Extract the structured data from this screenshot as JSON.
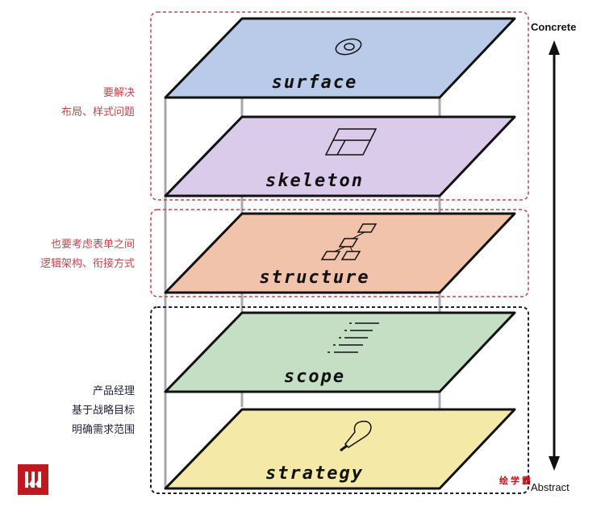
{
  "planes": [
    {
      "label": "surface",
      "icon": "eye-icon",
      "color": "#b9cbe8"
    },
    {
      "label": "skeleton",
      "icon": "wireframe-icon",
      "color": "#dacbea"
    },
    {
      "label": "structure",
      "icon": "sitemap-icon",
      "color": "#f1c3ab"
    },
    {
      "label": "scope",
      "icon": "list-icon",
      "color": "#c5dfc4"
    },
    {
      "label": "strategy",
      "icon": "lightbulb-icon",
      "color": "#f4e9a6"
    }
  ],
  "notes": {
    "top": [
      "要解决",
      "布局、样式问题"
    ],
    "middle": [
      "也要考虑表单之间",
      "逻辑架构、衔接方式"
    ],
    "bottom": [
      "产品经理",
      "基于战略目标",
      "明确需求范围"
    ]
  },
  "axis": {
    "top": "Concrete",
    "bottom": "Abstract"
  },
  "watermark": "绘学霸",
  "colors": {
    "red_dash": "#c0464a",
    "dark_dash": "#1e2238"
  }
}
